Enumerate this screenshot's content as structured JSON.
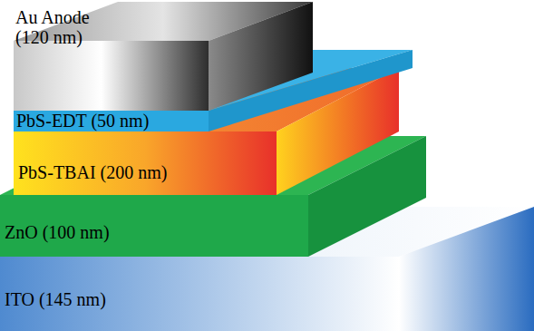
{
  "diagram": {
    "nodes": [
      {
        "text": [
          "Au Anode (120 nm)"
        ]
      },
      {
        "text": [
          "PbS-EDT (50 nm)"
        ]
      },
      {
        "text": [
          "PbS-TBAI (200 nm)"
        ]
      },
      {
        "text": [
          "ZnO (100 nm)"
        ]
      },
      {
        "text": [
          "ITO (145 nm)"
        ]
      }
    ]
  }
}
